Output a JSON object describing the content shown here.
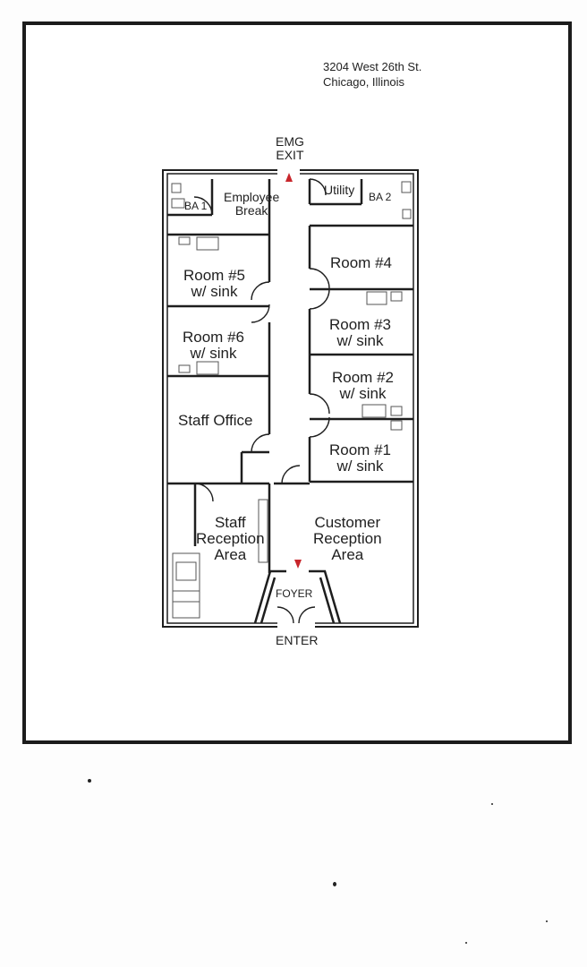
{
  "address": {
    "line1": "3204 West 26th St.",
    "line2": "Chicago, Illinois"
  },
  "exits": {
    "emergency": "EMG\nEXIT",
    "entrance": "ENTER",
    "foyer": "FOYER"
  },
  "rooms": {
    "ba1": "BA 1",
    "employee_break": "Employee\nBreak",
    "utility": "Utility",
    "ba2": "BA 2",
    "room5": "Room #5\nw/ sink",
    "room4": "Room #4",
    "room6": "Room #6\nw/ sink",
    "room3": "Room #3\nw/ sink",
    "room2": "Room #2\nw/ sink",
    "staff_office": "Staff Office",
    "room1": "Room #1\nw/ sink",
    "staff_reception": "Staff\nReception\nArea",
    "customer_reception": "Customer\nReception\nArea"
  },
  "colors": {
    "wall": "#1e1e1e",
    "arrow": "#c8262b",
    "frame": "#1c1c1c"
  }
}
